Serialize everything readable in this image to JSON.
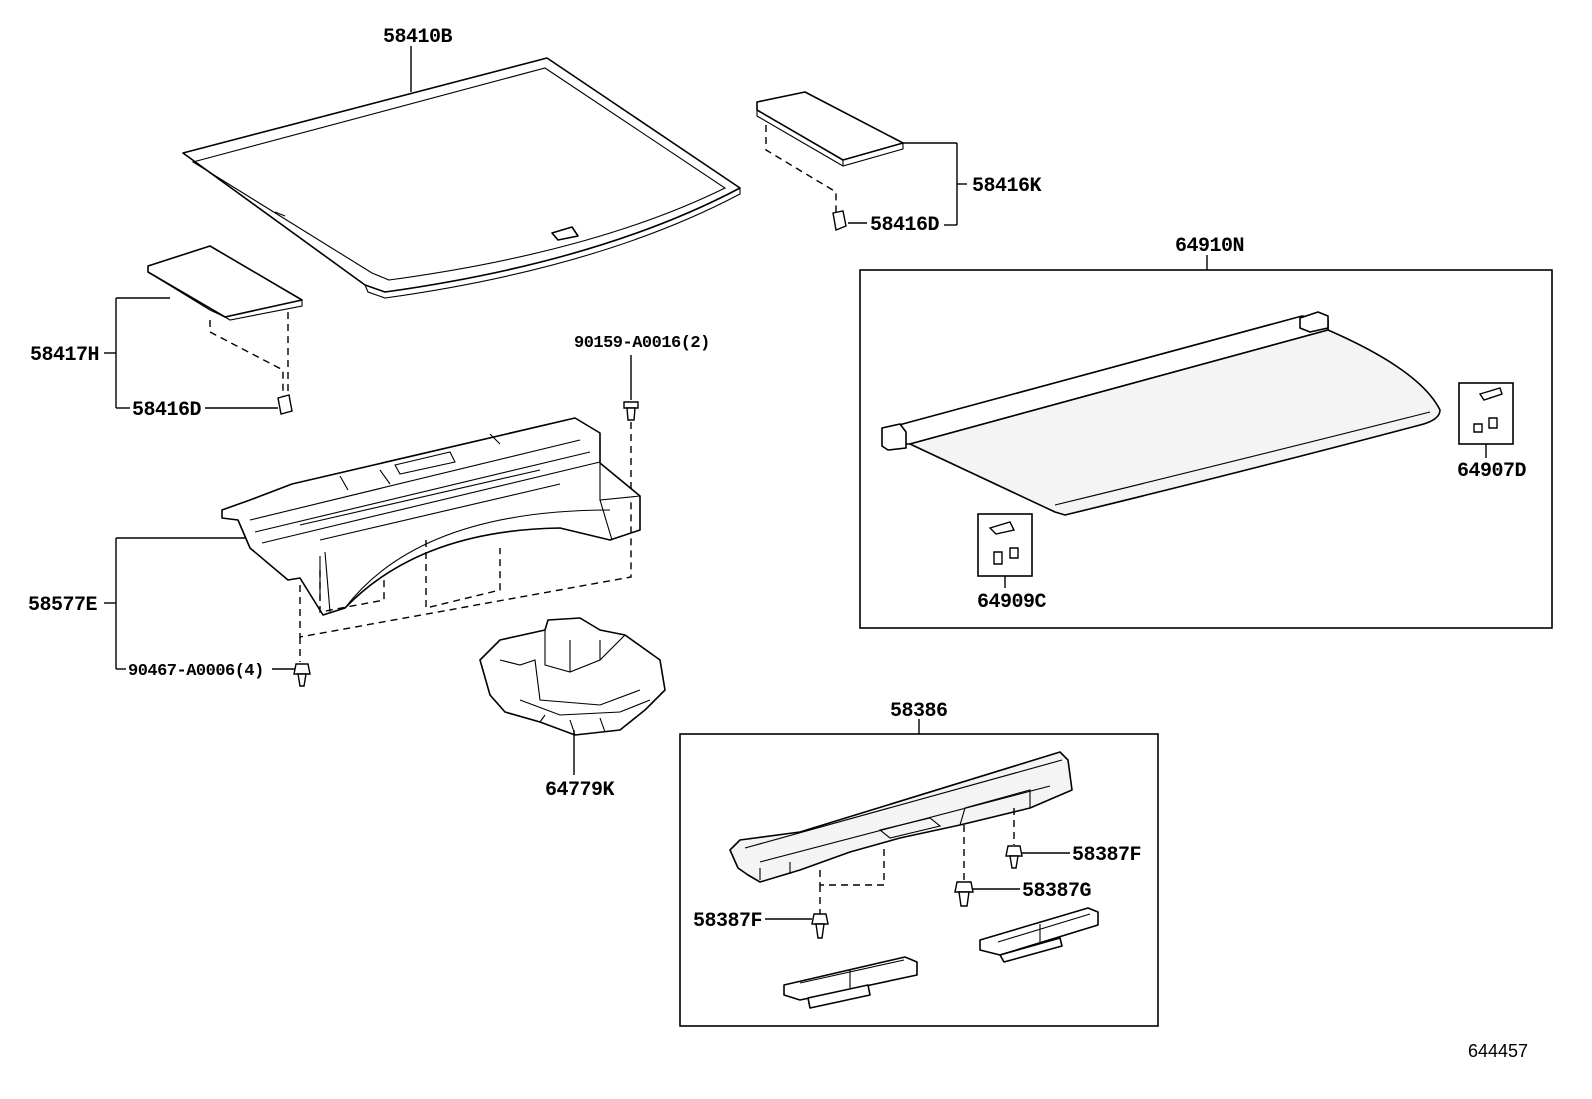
{
  "diagram": {
    "reference_number": "644457",
    "callouts": {
      "p58410B": "58410B",
      "p58416K": "58416K",
      "p58416D_top": "58416D",
      "p58417H": "58417H",
      "p58416D_left": "58416D",
      "p90159": "90159-A0016(2)",
      "p64910N": "64910N",
      "p64907D": "64907D",
      "p64909C": "64909C",
      "p58577E": "58577E",
      "p90467": "90467-A0006(4)",
      "p64779K": "64779K",
      "p58386": "58386",
      "p58387F_right": "58387F",
      "p58387G": "58387G",
      "p58387F_left": "58387F"
    }
  }
}
